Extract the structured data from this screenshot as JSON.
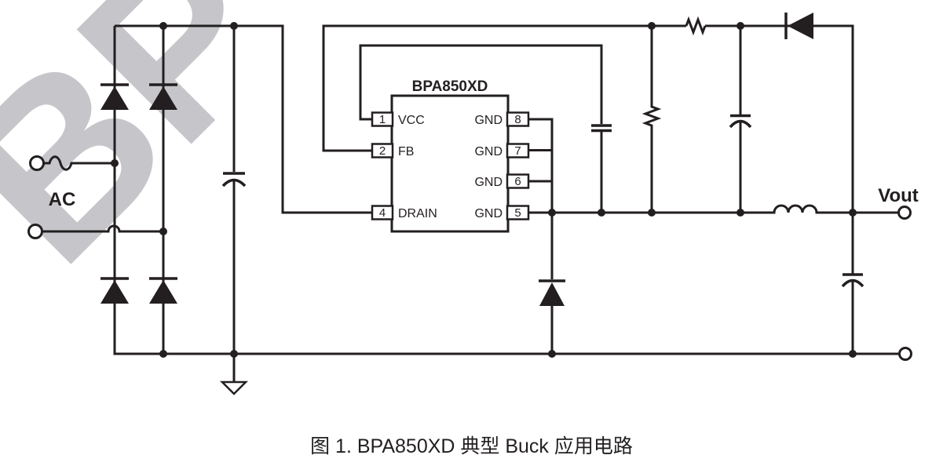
{
  "page": {
    "background": "#ffffff"
  },
  "watermark": {
    "text": "BP",
    "color": "#c6c6ca"
  },
  "schematic": {
    "line_color": "#231f20",
    "labels": {
      "ac_input": "AC",
      "output": "Vout"
    },
    "ic": {
      "title": "BPA850XD",
      "left_pins": [
        {
          "num": "1",
          "name": "VCC"
        },
        {
          "num": "2",
          "name": "FB"
        },
        {
          "num": "4",
          "name": "DRAIN"
        }
      ],
      "right_pins": [
        {
          "num": "8",
          "name": "GND"
        },
        {
          "num": "7",
          "name": "GND"
        },
        {
          "num": "6",
          "name": "GND"
        },
        {
          "num": "5",
          "name": "GND"
        }
      ]
    },
    "components": [
      "ac-input-terminals",
      "input-fuse",
      "bridge-rectifier-4-diodes",
      "bulk-capacitor",
      "ground-symbol",
      "vcc-capacitor",
      "feedback-resistor-vertical",
      "series-resistor-horizontal",
      "filter-capacitor",
      "blocking-diode",
      "freewheeling-diode",
      "output-inductor",
      "output-capacitor",
      "output-terminals"
    ]
  },
  "caption": {
    "text": "图 1. BPA850XD 典型 Buck 应用电路"
  }
}
